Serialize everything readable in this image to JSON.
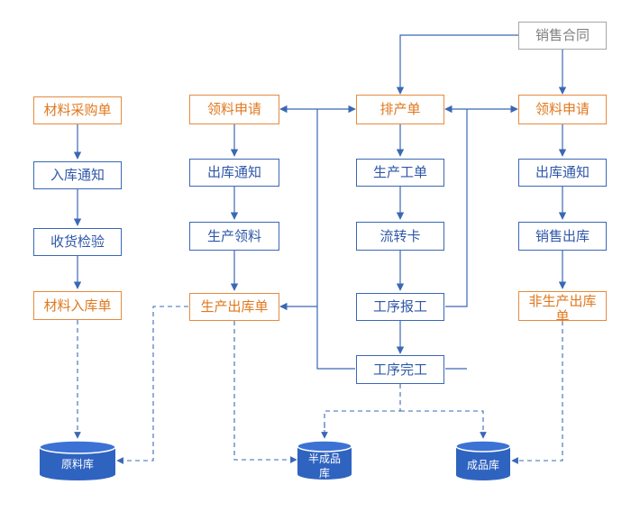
{
  "colors": {
    "blue": "#3a68b5",
    "orange": "#e68a3e",
    "gray": "#a6a6a6",
    "db_fill": "#2f63c0"
  },
  "nodes": {
    "sales_contract": "销售合同",
    "material_purchase_order": "材料采购单",
    "inbound_notice": "入库通知",
    "receiving_inspection": "收货检验",
    "material_inbound_slip": "材料入库单",
    "material_requisition_left": "领料申请",
    "outbound_notice_left": "出库通知",
    "production_picking": "生产领料",
    "production_outbound_slip": "生产出库单",
    "production_schedule": "排产单",
    "work_order": "生产工单",
    "transfer_card": "流转卡",
    "process_report": "工序报工",
    "process_complete": "工序完工",
    "material_requisition_right": "领料申请",
    "outbound_notice_right": "出库通知",
    "sales_outbound": "销售出库",
    "non_production_outbound_slip": "非生产出库单"
  },
  "storages": {
    "raw_material_store": "原料库",
    "semi_finished_store": "半成品库",
    "finished_goods_store": "成品库"
  }
}
